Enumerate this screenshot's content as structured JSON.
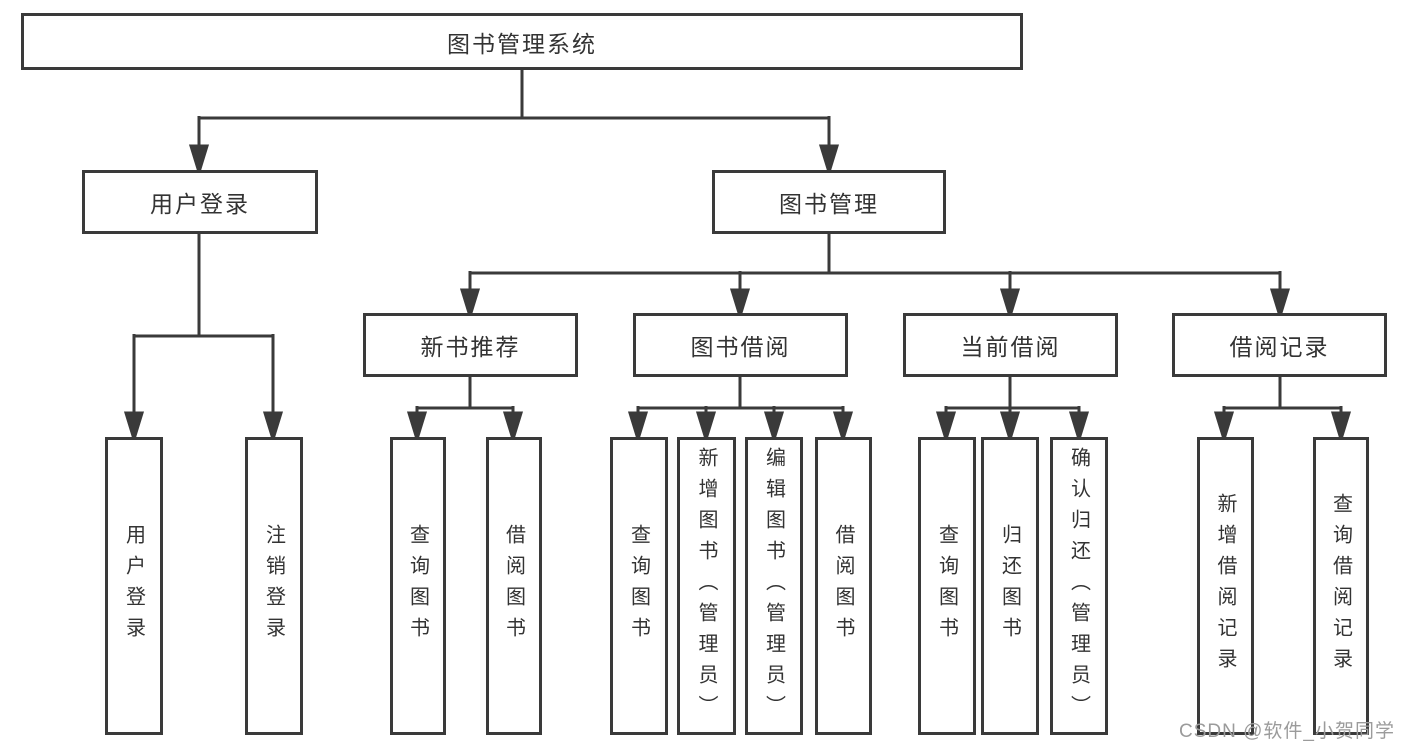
{
  "page": {
    "background": "#ffffff"
  },
  "diagram": {
    "line_color": "#3a3a3a",
    "text_color": "#333333",
    "tree": {
      "label": "图书管理系统",
      "children": [
        {
          "label": "用户登录",
          "children": [
            {
              "label": "用户登录"
            },
            {
              "label": "注销登录"
            }
          ]
        },
        {
          "label": "图书管理",
          "children": [
            {
              "label": "新书推荐",
              "children": [
                {
                  "label": "查询图书"
                },
                {
                  "label": "借阅图书"
                }
              ]
            },
            {
              "label": "图书借阅",
              "children": [
                {
                  "label": "查询图书"
                },
                {
                  "label": "新增图书（管理员）"
                },
                {
                  "label": "编辑图书（管理员）"
                },
                {
                  "label": "借阅图书"
                }
              ]
            },
            {
              "label": "当前借阅",
              "children": [
                {
                  "label": "查询图书"
                },
                {
                  "label": "归还图书"
                },
                {
                  "label": "确认归还（管理员）"
                }
              ]
            },
            {
              "label": "借阅记录",
              "children": [
                {
                  "label": "新增借阅记录"
                },
                {
                  "label": "查询借阅记录"
                }
              ]
            }
          ]
        }
      ]
    }
  },
  "watermark": {
    "text": "CSDN @软件_小贺同学",
    "color": "#9b9b9b"
  }
}
